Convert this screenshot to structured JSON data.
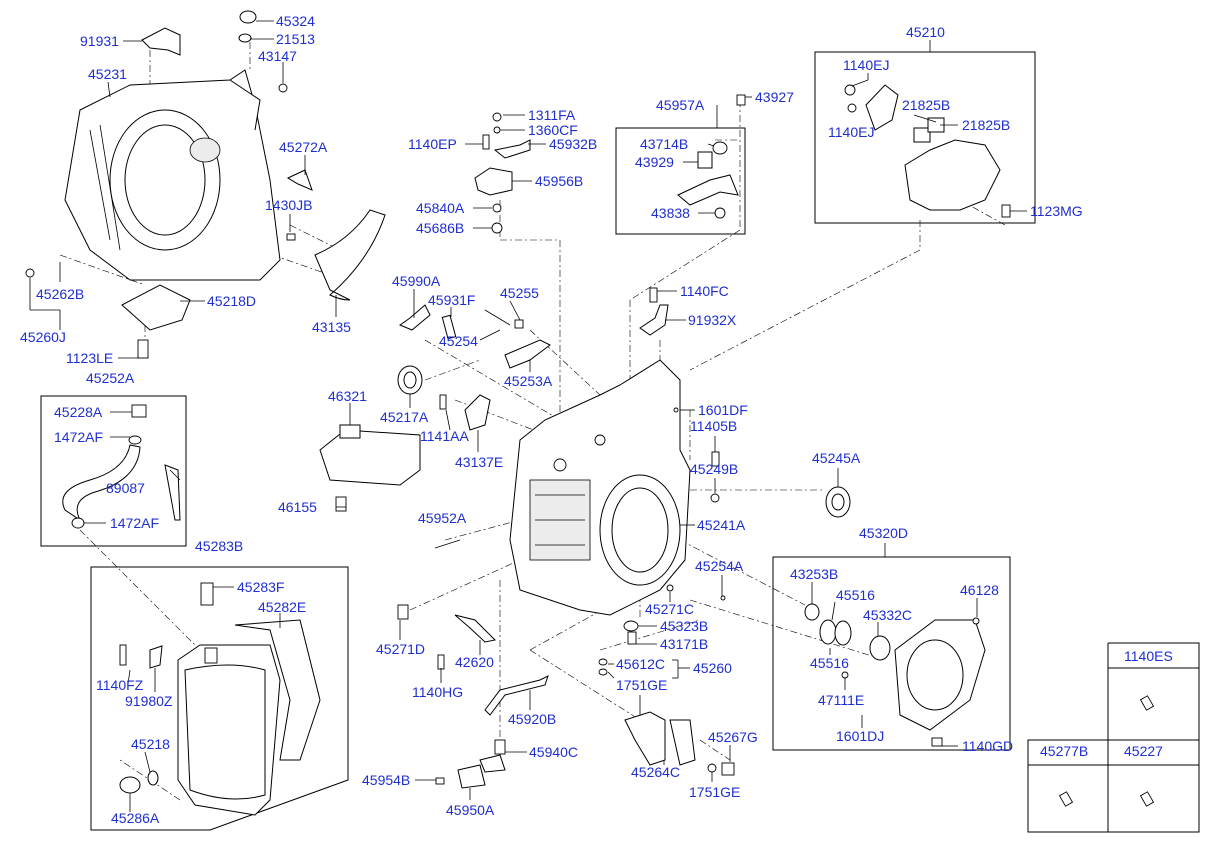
{
  "parts": [
    "91931",
    "45324",
    "21513",
    "43147",
    "45231",
    "45272A",
    "1430JB",
    "43135",
    "45262B",
    "45260J",
    "45218D",
    "1123LE",
    "45252A",
    "45228A",
    "1472AF",
    "89087",
    "1472AF",
    "45283B",
    "45283F",
    "45282E",
    "1140FZ",
    "91980Z",
    "45218",
    "45286A",
    "1311FA",
    "1360CF",
    "1140EP",
    "45932B",
    "45956B",
    "45840A",
    "45686B",
    "45957A",
    "43927",
    "43714B",
    "43929",
    "43838",
    "45210",
    "1140EJ",
    "21825B",
    "1140EJ",
    "21825B",
    "1123MG",
    "1140FC",
    "91932X",
    "45990A",
    "45931F",
    "45255",
    "45254",
    "45253A",
    "45217A",
    "46321",
    "1141AA",
    "43137E",
    "46155",
    "1601DF",
    "11405B",
    "45249B",
    "45245A",
    "45241A",
    "45952A",
    "45320D",
    "45254A",
    "43253B",
    "45516",
    "45332C",
    "46128",
    "45516",
    "47111E",
    "1601DJ",
    "1140GD",
    "45271C",
    "45323B",
    "43171B",
    "45612C",
    "45260",
    "1751GE",
    "45271D",
    "42620",
    "1140HG",
    "45920B",
    "45940C",
    "45954B",
    "45950A",
    "45264C",
    "45267G",
    "1751GE",
    "1140ES",
    "45277B",
    "45227"
  ]
}
